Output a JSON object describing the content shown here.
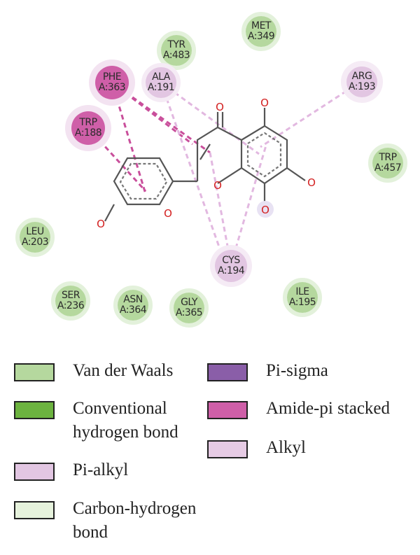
{
  "colors": {
    "van_der_waals": "#b5d89e",
    "conventional_hb": "#6cb33f",
    "pi_alkyl": "#e2c6e2",
    "carbon_hb": "#e6f2dc",
    "pi_sigma": "#8a5ea8",
    "amide_pi": "#cf5fa8",
    "alkyl": "#e6cbe4",
    "oxygen": "#d32020",
    "bond": "#555555"
  },
  "residues": {
    "met349": {
      "name": "MET",
      "id": "A:349",
      "type": "van_der_waals"
    },
    "tyr483": {
      "name": "TYR",
      "id": "A:483",
      "type": "van_der_waals"
    },
    "phe363": {
      "name": "PHE",
      "id": "A:363",
      "type": "amide_pi"
    },
    "ala191": {
      "name": "ALA",
      "id": "A:191",
      "type": "pi_alkyl"
    },
    "arg193": {
      "name": "ARG",
      "id": "A:193",
      "type": "pi_alkyl"
    },
    "trp188": {
      "name": "TRP",
      "id": "A:188",
      "type": "amide_pi"
    },
    "trp457": {
      "name": "TRP",
      "id": "A:457",
      "type": "van_der_waals"
    },
    "leu203": {
      "name": "LEU",
      "id": "A:203",
      "type": "van_der_waals"
    },
    "cys194": {
      "name": "CYS",
      "id": "A:194",
      "type": "pi_alkyl"
    },
    "ser236": {
      "name": "SER",
      "id": "A:236",
      "type": "van_der_waals"
    },
    "asn364": {
      "name": "ASN",
      "id": "A:364",
      "type": "van_der_waals"
    },
    "gly365": {
      "name": "GLY",
      "id": "A:365",
      "type": "van_der_waals"
    },
    "ile195": {
      "name": "ILE",
      "id": "A:195",
      "type": "van_der_waals"
    }
  },
  "atoms": {
    "oxygen": "O"
  },
  "legend": {
    "van_der_waals": "Van der Waals",
    "conventional_hb": "Conventional hydrogen bond",
    "pi_alkyl": "Pi-alkyl",
    "carbon_hb": "Carbon-hydrogen bond",
    "pi_sigma": "Pi-sigma",
    "amide_pi": "Amide-pi stacked",
    "alkyl": "Alkyl"
  }
}
